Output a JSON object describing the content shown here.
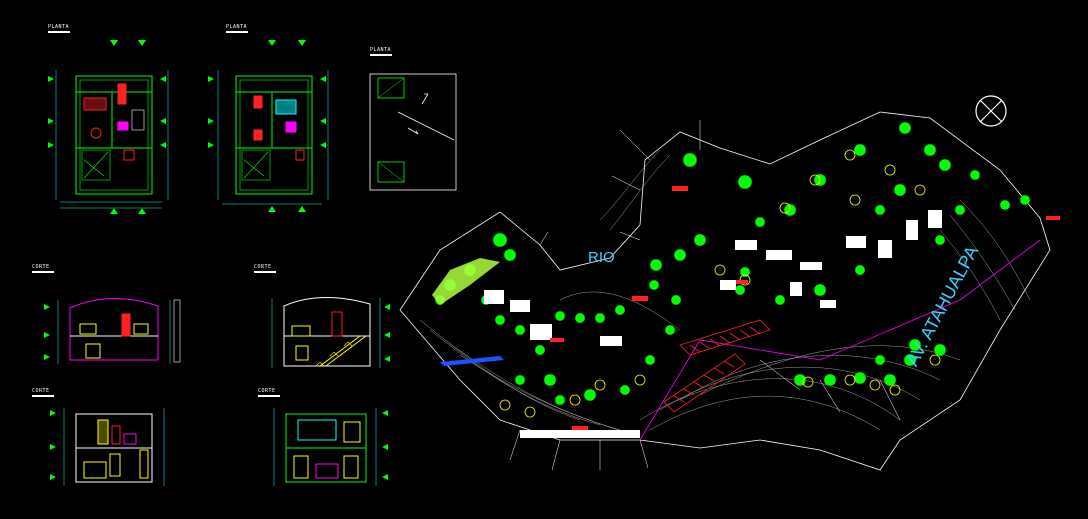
{
  "drawing": {
    "background": "#000000",
    "colors": {
      "wall": "#00ff00",
      "dim": "#00ffff",
      "text": "#ffffff",
      "red": "#ff2020",
      "magenta": "#ff00ff",
      "yellow": "#ffff00",
      "blue": "#3060ff",
      "contour": "#ffffff"
    }
  },
  "views": {
    "plan_1_label": "PLANTA",
    "plan_2_label": "PLANTA",
    "plan_3_label": "PLANTA",
    "section_1_label": "CORTE",
    "section_2_label": "CORTE",
    "section_3_label": "CORTE",
    "section_4_label": "CORTE"
  },
  "site": {
    "river_label": "RIO",
    "avenue_label": "AV. ATAHUALPA",
    "north_symbol": "north-arrow-icon"
  }
}
